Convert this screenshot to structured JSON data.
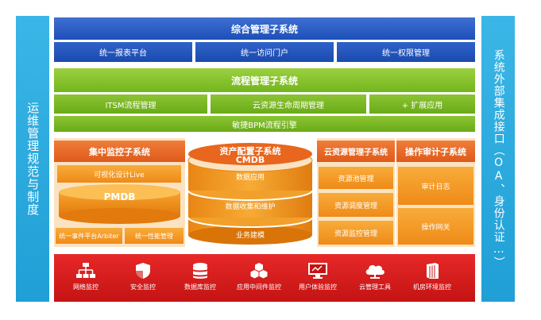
{
  "left_side": {
    "text": "运维管理规范与制度"
  },
  "right_side": {
    "text": "系统外部集成接口（OA、身份认证…）"
  },
  "integrated": {
    "title": "综合管理子系统",
    "items": [
      "统一报表平台",
      "统一访问门户",
      "统一权限管理"
    ]
  },
  "process": {
    "title": "流程管理子系统",
    "items": [
      "ITSM流程管理",
      "云资源生命周期管理",
      "+ 扩展应用"
    ],
    "engine": "敏捷BPM流程引擎"
  },
  "monitor": {
    "title": "集中监控子系统",
    "visual": "可视化设计Live",
    "pmdb": "PMDB",
    "bottom_left": "统一事件平台Arbiter",
    "bottom_right": "统一性能管理"
  },
  "asset": {
    "title": "资产配置子系统",
    "subtitle": "CMDB",
    "layers": [
      "数据应用",
      "数据收集和维护",
      "业务建模"
    ]
  },
  "cloud": {
    "title": "云资源管理子系统",
    "items": [
      "资源池管理",
      "资源调度管理",
      "资源监控管理"
    ]
  },
  "audit": {
    "title": "操作审计子系统",
    "items": [
      "审计日志",
      "操作网关"
    ]
  },
  "tools": [
    {
      "label": "网络监控",
      "icon": "network-icon"
    },
    {
      "label": "安全监控",
      "icon": "shield-icon"
    },
    {
      "label": "数据库监控",
      "icon": "database-icon"
    },
    {
      "label": "应用中间件监控",
      "icon": "cubes-icon"
    },
    {
      "label": "用户体验监控",
      "icon": "monitor-icon"
    },
    {
      "label": "云管理工具",
      "icon": "cloud-icon"
    },
    {
      "label": "机房环境监控",
      "icon": "server-rack-icon"
    }
  ],
  "colors": {
    "side_blue": "#1f9fd6",
    "integrated_blue": "#1d4fb8",
    "process_green": "#73b51c",
    "orange_title": "#de5a1a",
    "orange_cell": "#ef8a18",
    "red_band": "#c41313"
  }
}
